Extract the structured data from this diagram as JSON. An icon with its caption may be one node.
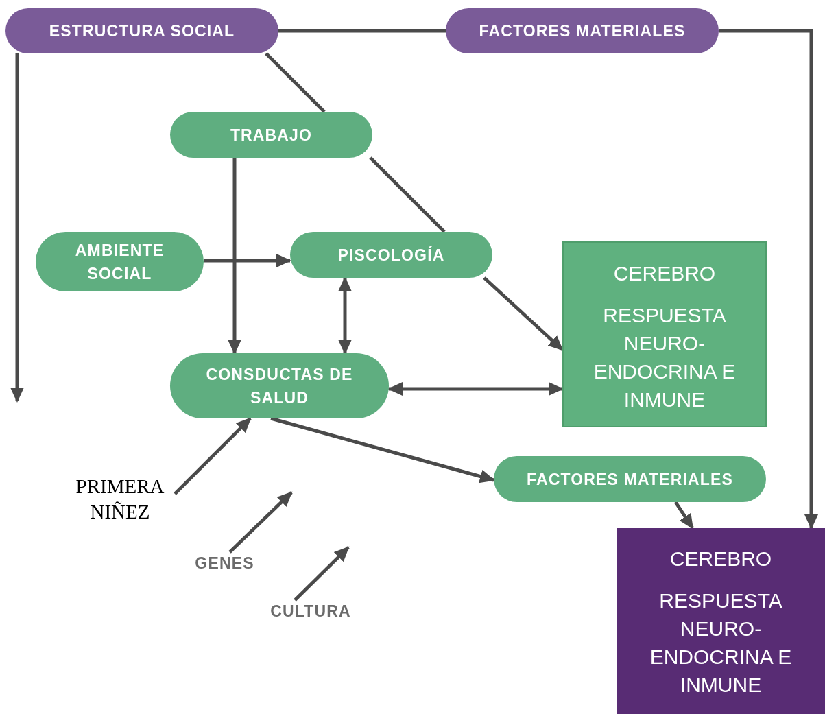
{
  "diagram": {
    "nodes": [
      {
        "text": [
          "ESTRUCTURA SOCIAL"
        ]
      },
      {
        "text": [
          "FACTORES MATERIALES"
        ]
      },
      {
        "text": [
          "TRABAJO"
        ]
      },
      {
        "text": [
          "AMBIENTE SOCIAL"
        ]
      },
      {
        "text": [
          "PISCOLOGÍA"
        ]
      },
      {
        "text": [
          "CEREBRO",
          "RESPUESTA NEURO- ENDOCRINA E INMUNE"
        ]
      },
      {
        "text": [
          "CONSDUCTAS DE SALUD"
        ]
      },
      {
        "text": [
          "FACTORES MATERIALES"
        ]
      },
      {
        "text": [
          "CEREBRO",
          "RESPUESTA NEURO- ENDOCRINA E INMUNE"
        ]
      },
      {
        "text": [
          "PRIMERA NIÑEZ"
        ]
      },
      {
        "text": [
          "GENES"
        ]
      },
      {
        "text": [
          "CULTURA"
        ]
      }
    ],
    "edges": [
      {
        "from": 0,
        "to": 1,
        "arrow": "none"
      },
      {
        "from": 1,
        "to": 8,
        "arrow": "to"
      },
      {
        "from": 0,
        "to": null,
        "arrow": "to"
      },
      {
        "from": 0,
        "to": 2,
        "arrow": "none"
      },
      {
        "from": 2,
        "to": 4,
        "arrow": "none"
      },
      {
        "from": 2,
        "to": 6,
        "arrow": "to"
      },
      {
        "from": 3,
        "to": 4,
        "arrow": "to"
      },
      {
        "from": 4,
        "to": 6,
        "arrow": "both"
      },
      {
        "from": 4,
        "to": 5,
        "arrow": "to"
      },
      {
        "from": 6,
        "to": 5,
        "arrow": "both"
      },
      {
        "from": 6,
        "to": 7,
        "arrow": "to"
      },
      {
        "from": 7,
        "to": 8,
        "arrow": "to"
      },
      {
        "from": 9,
        "to": 6,
        "arrow": "to"
      },
      {
        "from": 10,
        "to": null,
        "arrow": "to"
      },
      {
        "from": 11,
        "to": null,
        "arrow": "to"
      }
    ]
  }
}
